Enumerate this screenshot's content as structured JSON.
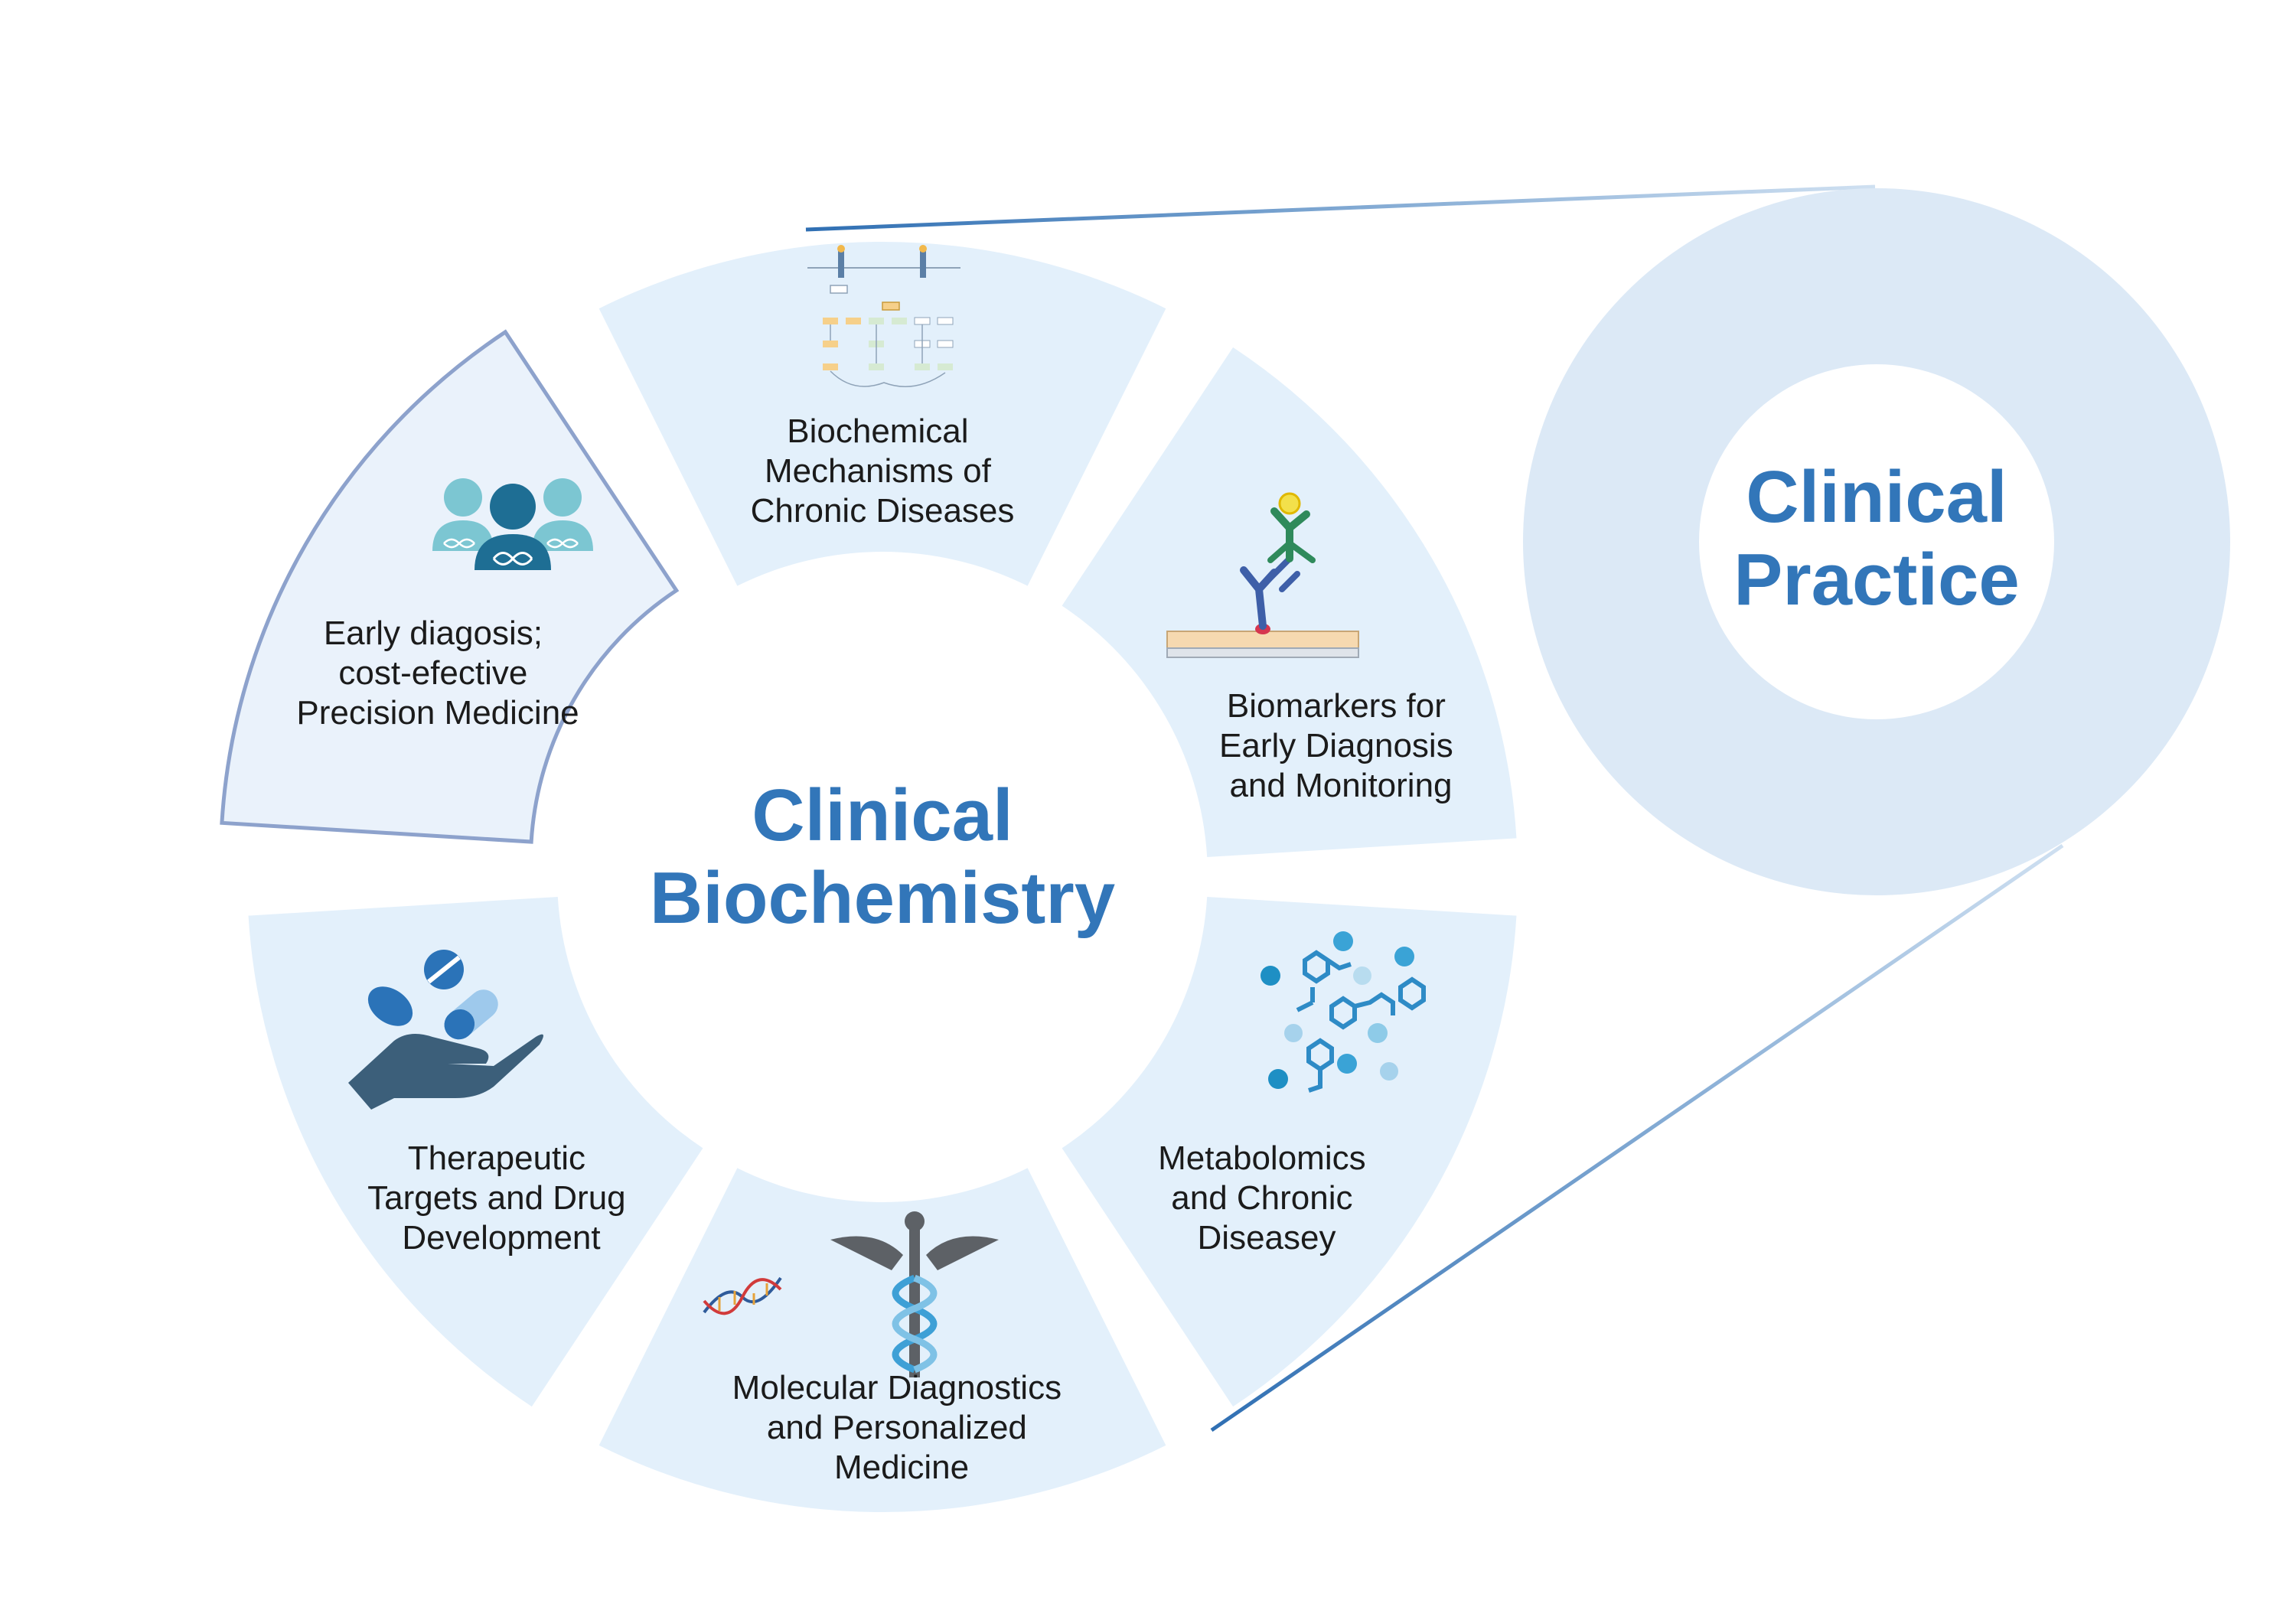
{
  "center": {
    "line1": "Clinical",
    "line2": "Biochemistry"
  },
  "practice": {
    "line1": "Clinical",
    "line2": "Practice"
  },
  "segments": [
    {
      "id": "biochemical",
      "lines": [
        "Biochemical",
        "Mechanisms of",
        "Chronic Diseases"
      ],
      "icon": "pathway-diagram-icon"
    },
    {
      "id": "biomarkers",
      "lines": [
        "Biomarkers for",
        "Early Diagnosis",
        "and Monitoring"
      ],
      "icon": "antibody-assay-icon"
    },
    {
      "id": "metabolomics",
      "lines": [
        "Metabolomics",
        "and Chronic",
        "Diseasey"
      ],
      "icon": "molecules-icon"
    },
    {
      "id": "molecular",
      "lines": [
        "Molecular Diagnostics",
        "and Personalized",
        "Medicine"
      ],
      "icon": "caduceus-icon"
    },
    {
      "id": "therapeutic",
      "lines": [
        "Therapeutic",
        "Targets and Drug",
        "Development"
      ],
      "icon": "hand-pills-icon"
    },
    {
      "id": "early",
      "lines": [
        "Early diagosis;",
        "cost-efective",
        "Precision Medicine"
      ],
      "icon": "people-dna-icon"
    }
  ],
  "colors": {
    "segment_fill": "#e3f0fb",
    "highlight_fill": "#eaf2fb",
    "highlight_stroke": "#8da2cc",
    "accent": "#3276b9",
    "ring": "#dbe9f6"
  }
}
